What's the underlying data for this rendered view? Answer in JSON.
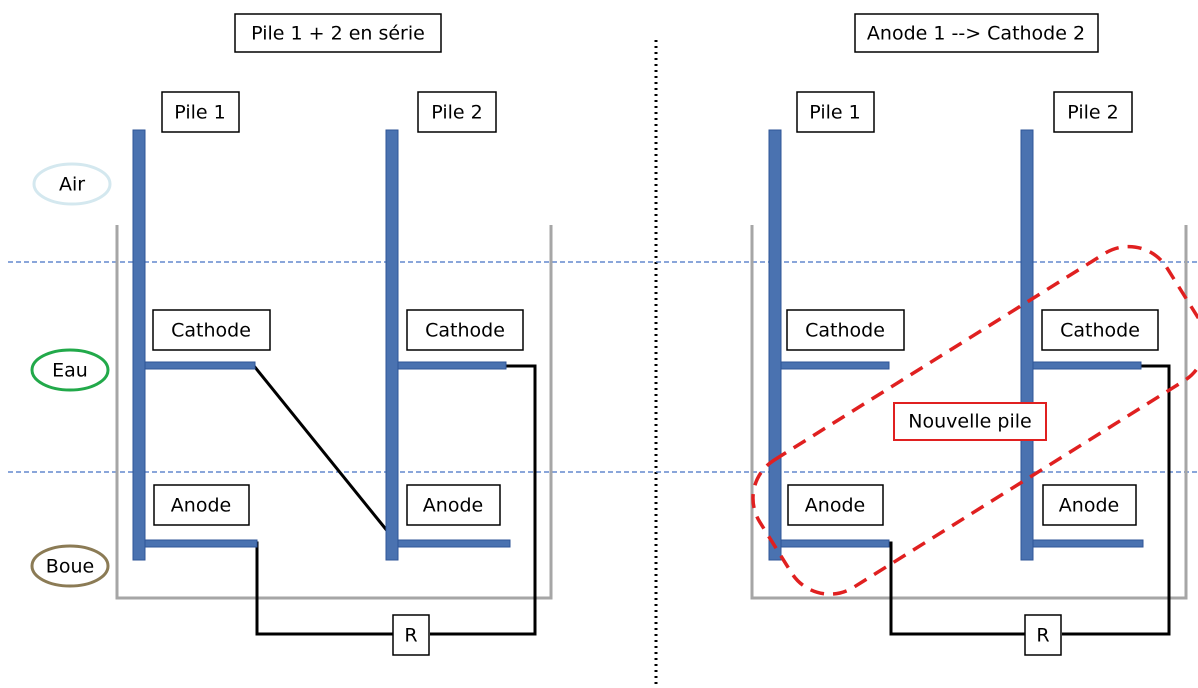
{
  "diagram": {
    "left_panel": {
      "title": "Pile 1 + 2 en série",
      "pile1_label": "Pile 1",
      "pile2_label": "Pile 2",
      "cathode1_label": "Cathode",
      "cathode2_label": "Cathode",
      "anode1_label": "Anode",
      "anode2_label": "Anode",
      "resistor_label": "R"
    },
    "right_panel": {
      "title": "Anode 1 --> Cathode 2",
      "pile1_label": "Pile 1",
      "pile2_label": "Pile 2",
      "cathode1_label": "Cathode",
      "cathode2_label": "Cathode",
      "anode1_label": "Anode",
      "anode2_label": "Anode",
      "resistor_label": "R",
      "new_cell_label": "Nouvelle pile"
    },
    "layers": {
      "air": "Air",
      "water": "Eau",
      "mud": "Boue"
    },
    "colors": {
      "electrode": "#4a72b0",
      "tank": "#a6a6a6",
      "water_line": "#4472c4",
      "wire": "#000000",
      "air_ellipse": "#d4e8ef",
      "water_ellipse": "#22a94a",
      "mud_ellipse": "#8b7b55",
      "new_cell_highlight": "#e02020"
    }
  }
}
